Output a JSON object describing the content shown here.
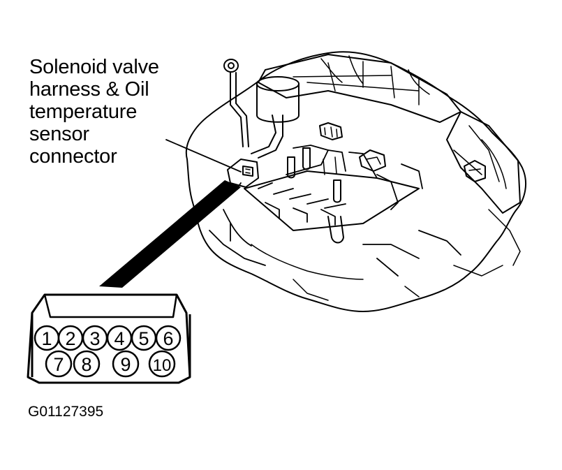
{
  "callout": {
    "lines": [
      "Solenoid valve",
      "harness & Oil",
      "temperature",
      "sensor",
      "connector"
    ]
  },
  "connector": {
    "pins_row1": [
      "1",
      "2",
      "3",
      "4",
      "5",
      "6"
    ],
    "pins_row2": [
      "7",
      "8",
      "9",
      "10"
    ]
  },
  "figure_id": "G01127395"
}
